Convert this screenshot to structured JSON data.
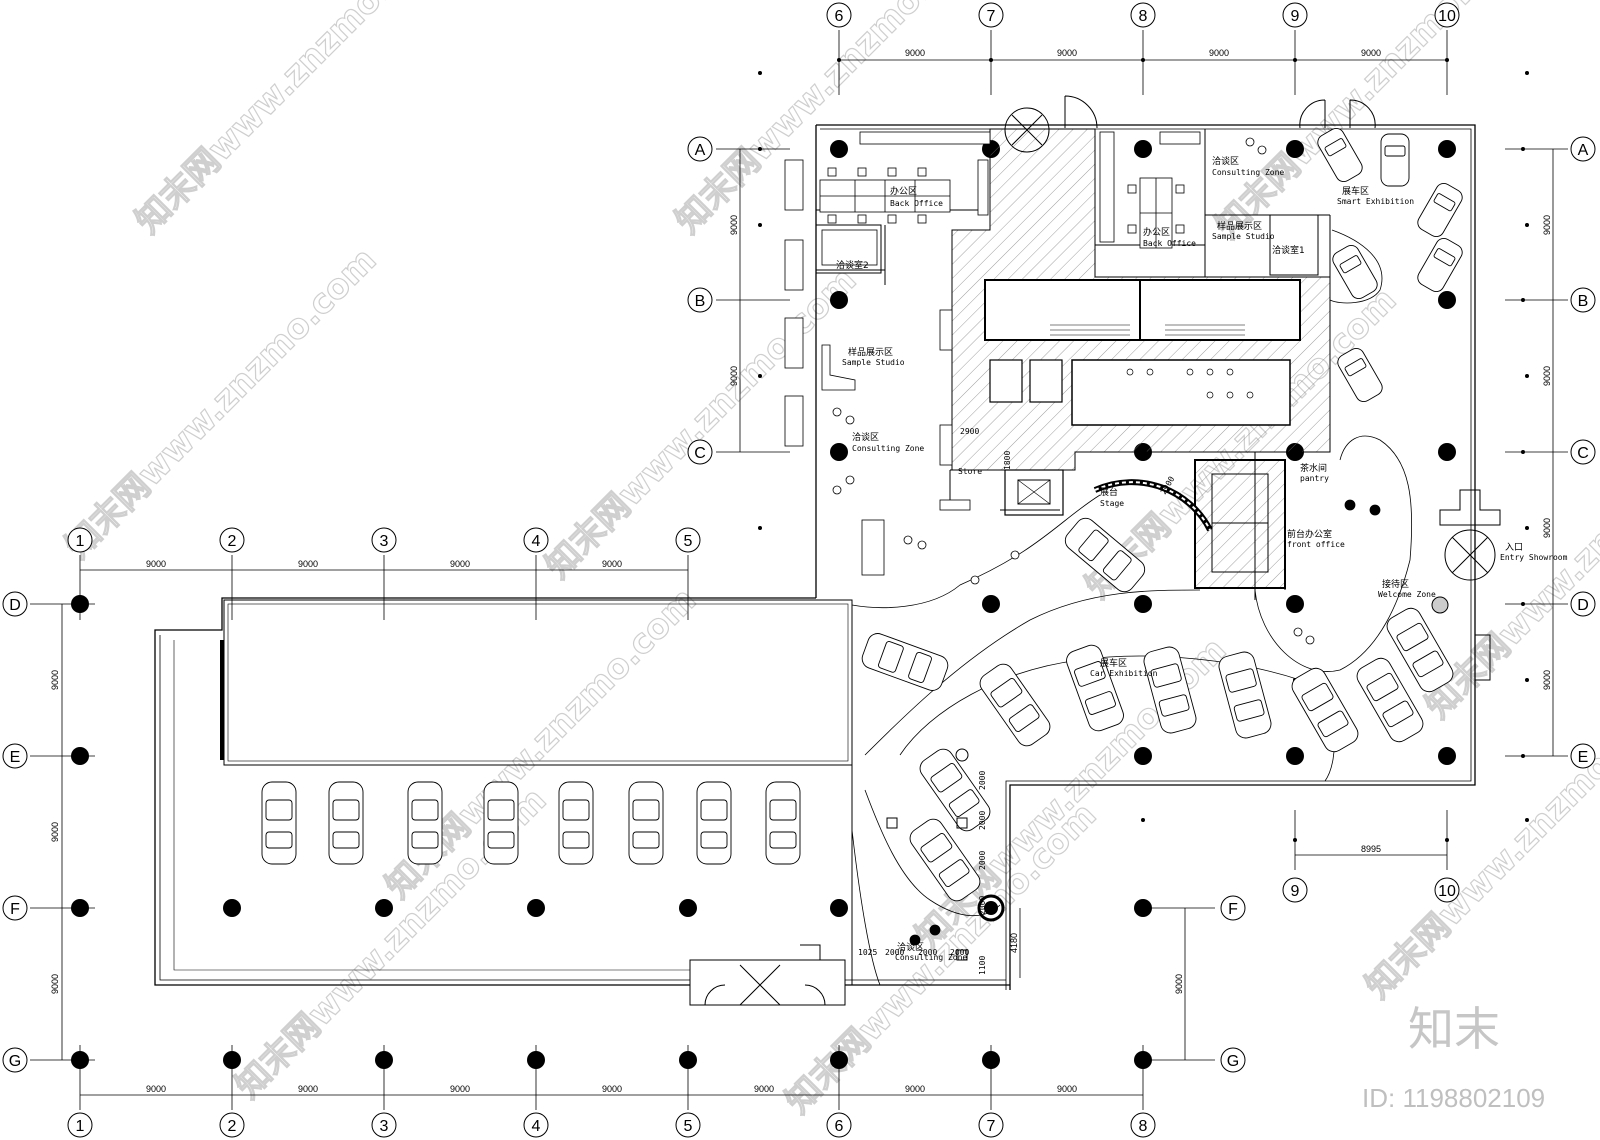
{
  "grid": {
    "top_columns": [
      "6",
      "7",
      "8",
      "9",
      "10"
    ],
    "bottom_columns_right": [
      "9",
      "10"
    ],
    "mid_columns": [
      "1",
      "2",
      "3",
      "4",
      "5"
    ],
    "bottom_columns": [
      "1",
      "2",
      "3",
      "4",
      "5",
      "6",
      "7",
      "8"
    ],
    "right_rows": [
      "A",
      "B",
      "C",
      "D",
      "E"
    ],
    "left_rows": [
      "D",
      "E",
      "F",
      "G"
    ],
    "row_f_right": "F",
    "row_g_right": "G"
  },
  "dimensions": {
    "span": "9000",
    "span_right": "8995",
    "d4180": "4180",
    "d2900": "2900",
    "d1800": "1800",
    "d2900b": "2900",
    "d2000": "2000",
    "d1025": "1025",
    "d1100": "1100"
  },
  "rooms": {
    "office_left": {
      "cn": "办公区",
      "en": "Back Office"
    },
    "office_right": {
      "cn": "办公区",
      "en": "Back Office"
    },
    "consult2": {
      "cn": "洽谈室2"
    },
    "consult1": {
      "cn": "洽谈室1"
    },
    "sample_left": {
      "cn": "样品展示区",
      "en": "Sample Studio"
    },
    "sample_right": {
      "cn": "样品展示区",
      "en": "Sample Studio"
    },
    "consult_zone_left": {
      "cn": "洽谈区",
      "en": "Consulting Zone"
    },
    "consult_zone_top": {
      "cn": "洽谈区",
      "en": "Consulting Zone"
    },
    "consult_zone_bottom": {
      "cn": "洽谈区",
      "en": "Consulting Zone"
    },
    "smart_exhibition": {
      "cn": "展车区",
      "en": "Smart Exhibition"
    },
    "car_exhibition": {
      "cn": "展车区",
      "en": "Car Exhibition"
    },
    "store": {
      "en": "Store"
    },
    "stage": {
      "cn": "展台",
      "en": "Stage"
    },
    "pantry": {
      "cn": "茶水间",
      "en": "pantry"
    },
    "front_office": {
      "cn": "前台办公室",
      "en": "front office"
    },
    "welcome": {
      "cn": "接待区",
      "en": "Welcome Zone"
    },
    "entry": {
      "cn": "入口",
      "en": "Entry Showroom"
    }
  },
  "watermark": {
    "text": "知末网www.znzmo.com",
    "brand": "知末",
    "id": "ID: 1198802109"
  }
}
